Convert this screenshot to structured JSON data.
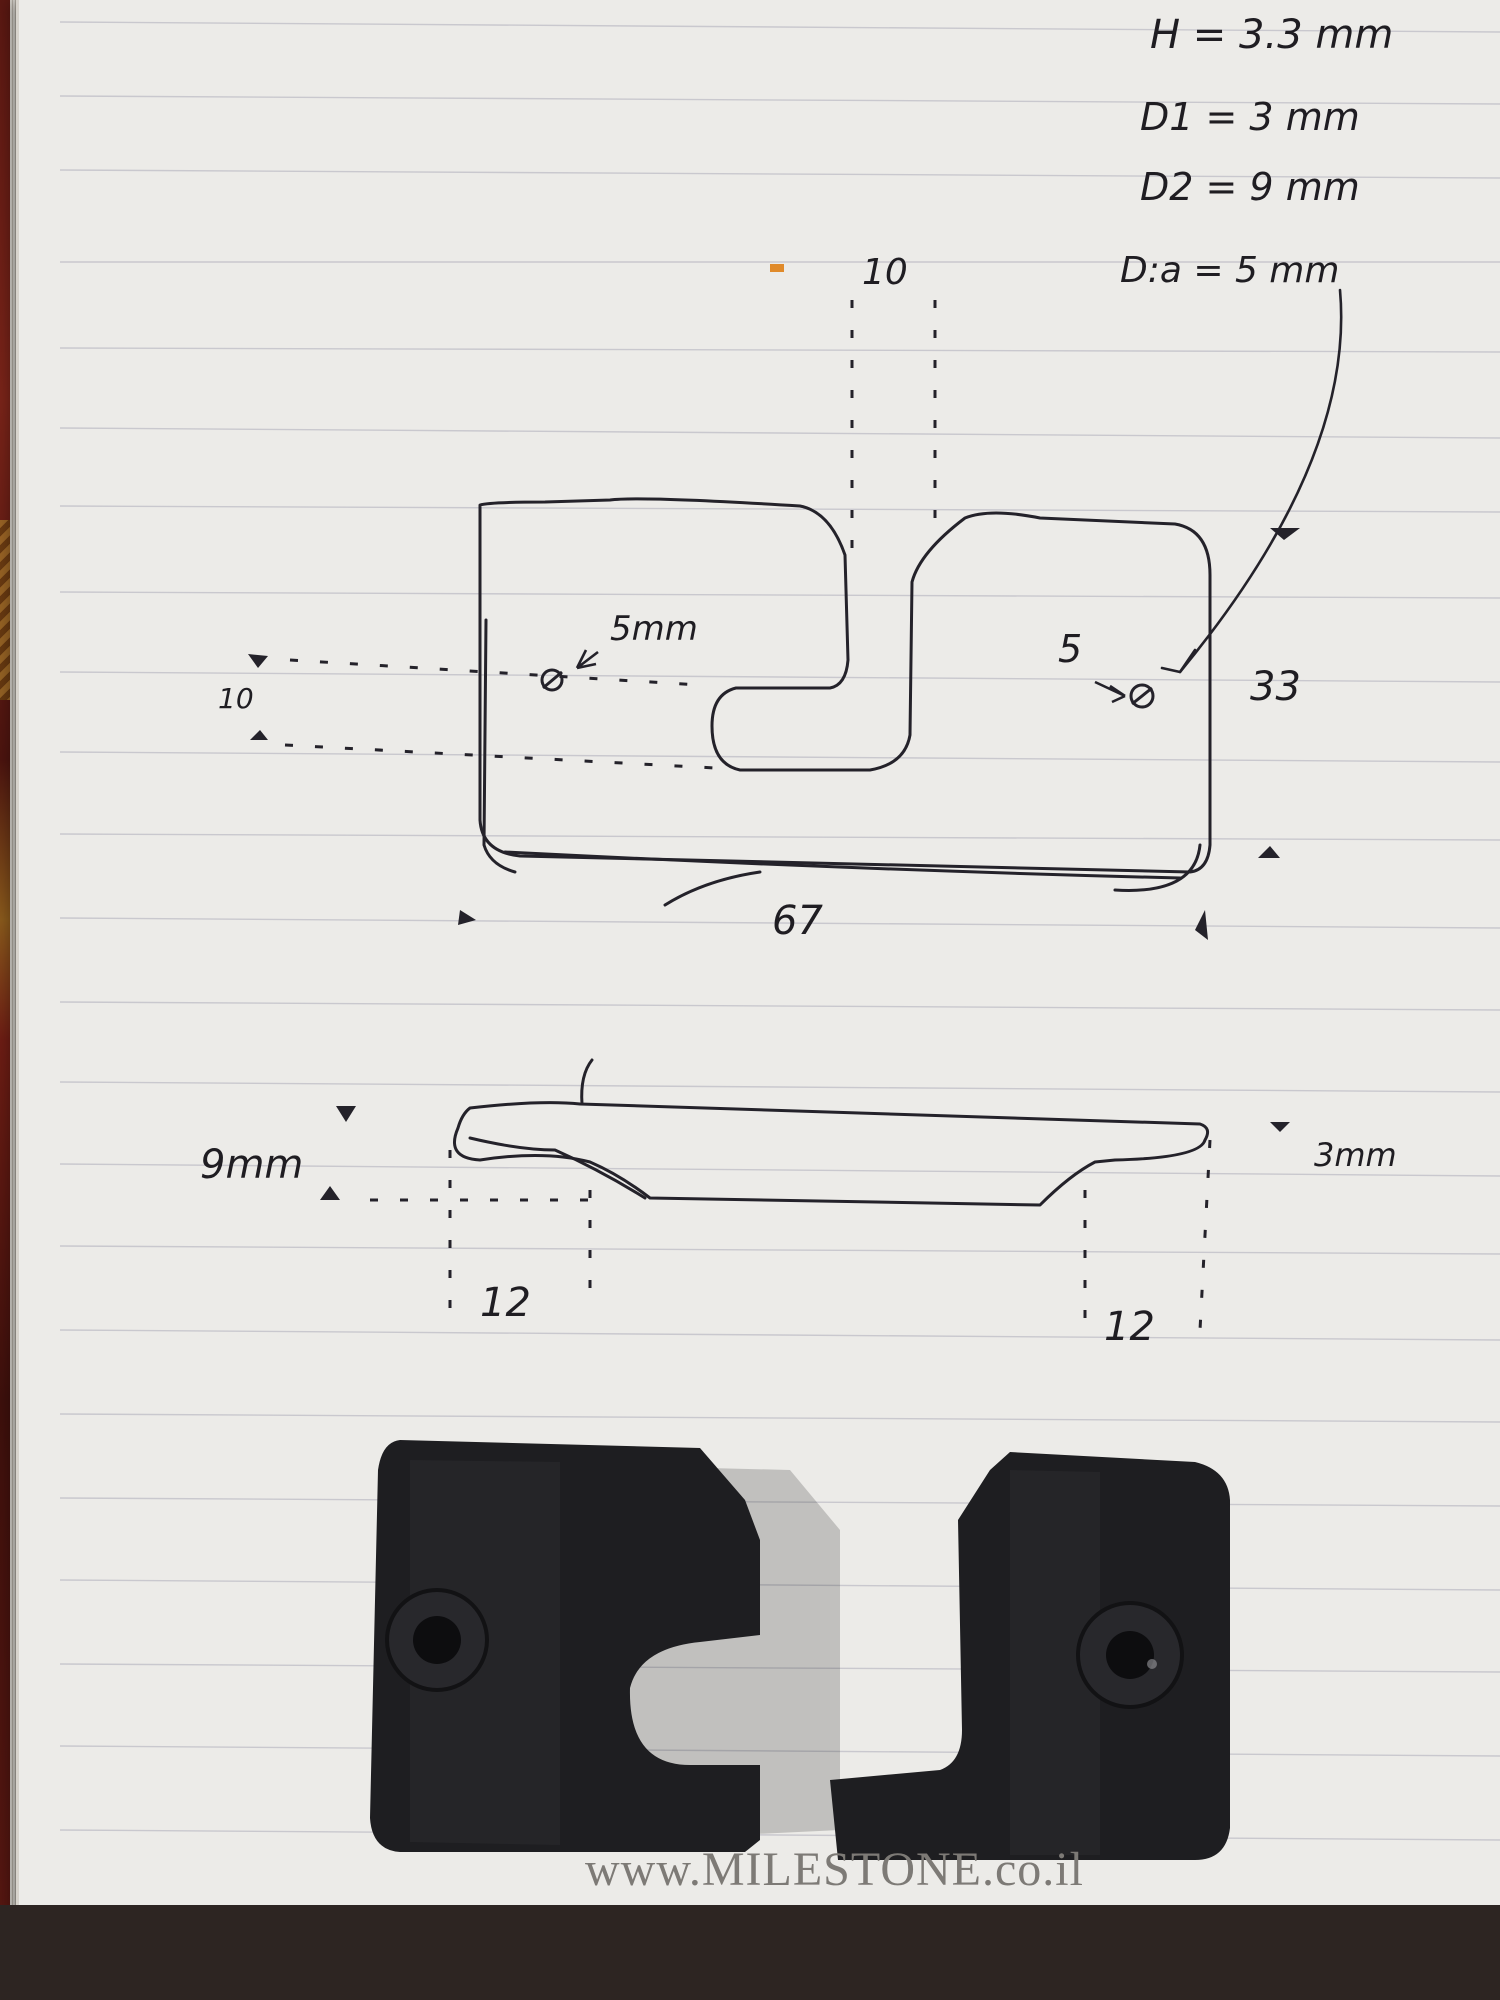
{
  "specs": {
    "h": "H = 3.3 mm",
    "d1": "D1 = 3 mm",
    "d2": "D2 = 9 mm",
    "dia": "D:a = 5 mm"
  },
  "top_view": {
    "dim_slot_width": "10",
    "dim_left_hole": "5mm",
    "dim_right_hole": "5",
    "dim_height": "33",
    "dim_left_offset": "10",
    "dim_length": "67"
  },
  "side_view": {
    "dim_thickness_left": "9mm",
    "dim_thickness_right": "3mm",
    "dim_step_left": "12",
    "dim_step_right": "12"
  },
  "photo": {
    "watermark": "www.MILESTONE.co.il",
    "color_part": "#1e1e21",
    "color_hole": "#0d0d0f"
  }
}
